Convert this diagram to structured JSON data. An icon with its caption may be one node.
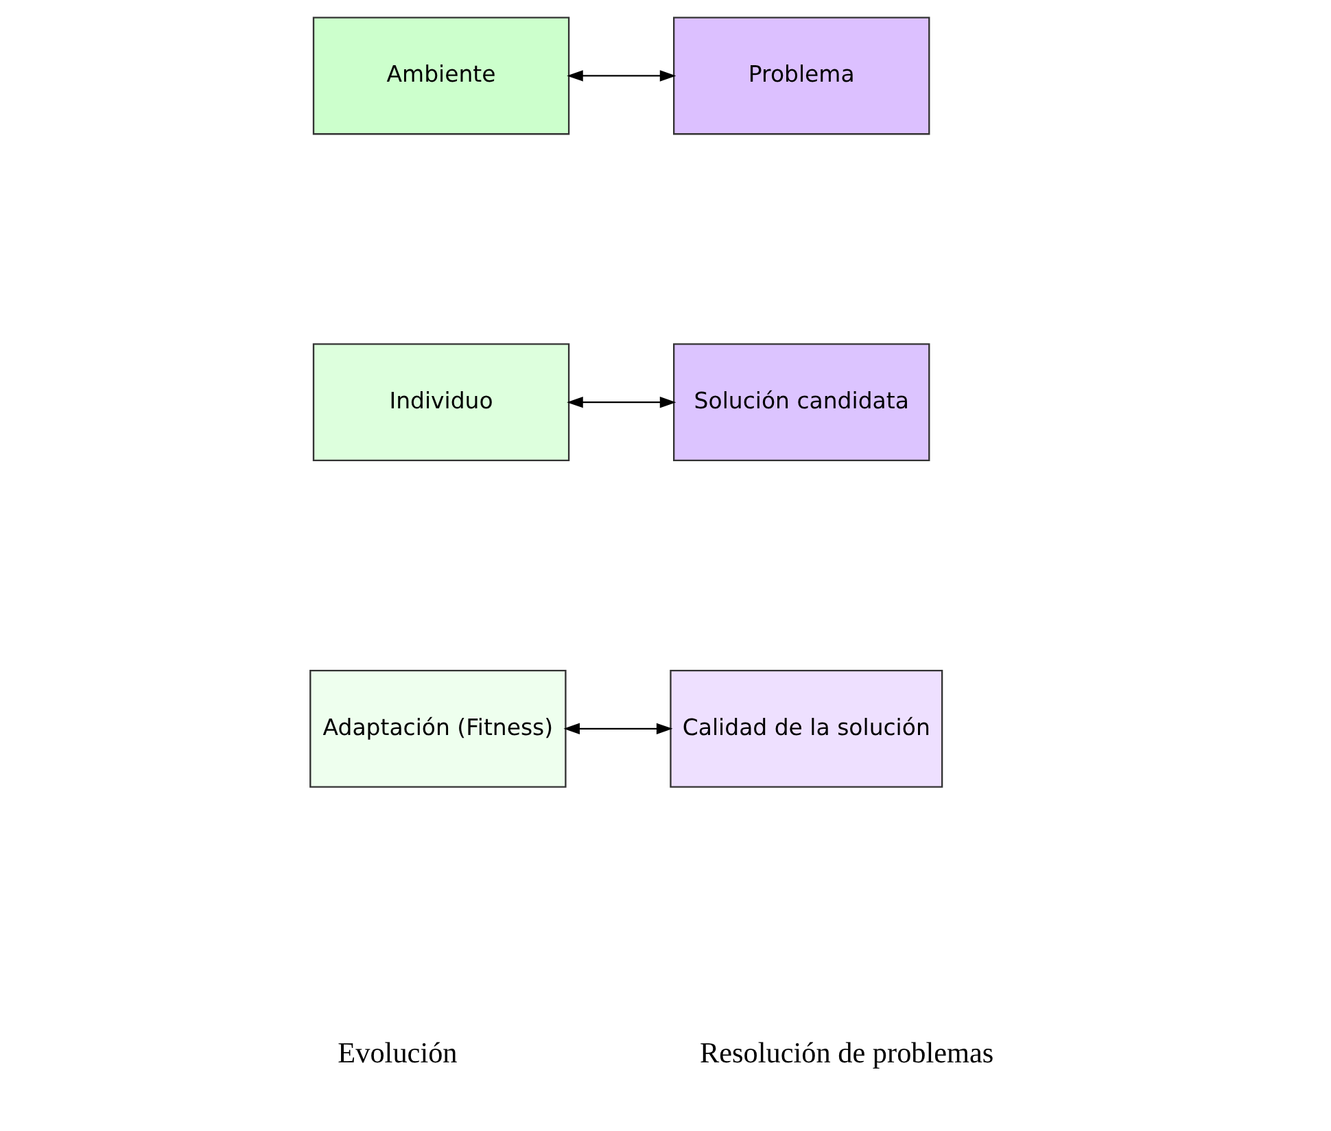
{
  "diagram": {
    "nodes": [
      {
        "text": [
          "Ambiente"
        ]
      },
      {
        "text": [
          "Problema"
        ]
      },
      {
        "text": [
          "Individuo"
        ]
      },
      {
        "text": [
          "Solución candidata"
        ]
      },
      {
        "text": [
          "Adaptación (Fitness)"
        ]
      },
      {
        "text": [
          "Calidad de la solución"
        ]
      }
    ],
    "edges": [
      {
        "from": 0,
        "to": 1,
        "arrow": "both"
      },
      {
        "from": 2,
        "to": 3,
        "arrow": "both"
      },
      {
        "from": 4,
        "to": 5,
        "arrow": "both"
      }
    ],
    "labels": [
      "Evolución",
      "Resolución de problemas"
    ]
  }
}
